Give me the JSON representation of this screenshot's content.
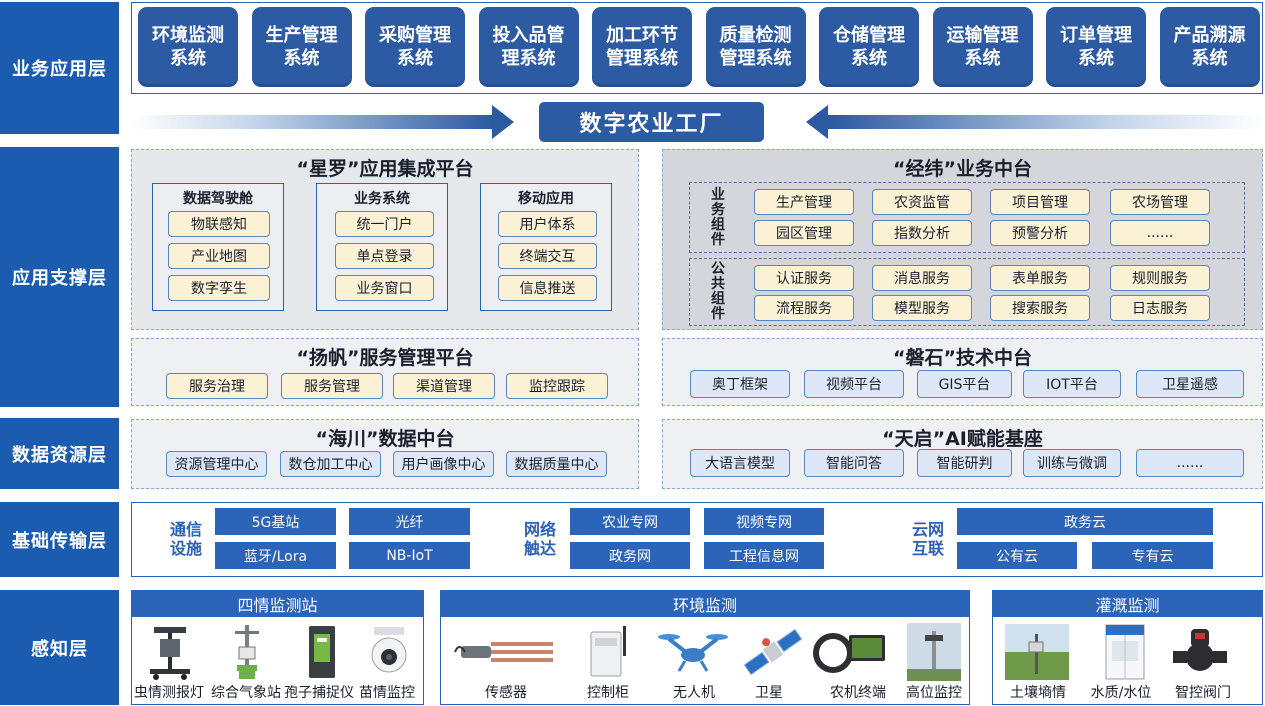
{
  "layers": {
    "business": "业务应用层",
    "support": "应用支撑层",
    "data": "数据资源层",
    "transport": "基础传输层",
    "perception": "感知层"
  },
  "business_systems": [
    "环境监测\n系统",
    "生产管理\n系统",
    "采购管理\n系统",
    "投入品管\n理系统",
    "加工环节\n管理系统",
    "质量检测\n管理系统",
    "仓储管理\n系统",
    "运输管理\n系统",
    "订单管理\n系统",
    "产品溯源\n系统"
  ],
  "factory": "数字农业工厂",
  "xingluo": {
    "title": "“星罗”应用集成平台",
    "groups": [
      {
        "title": "数据驾驶舱",
        "items": [
          "物联感知",
          "产业地图",
          "数字孪生"
        ]
      },
      {
        "title": "业务系统",
        "items": [
          "统一门户",
          "单点登录",
          "业务窗口"
        ]
      },
      {
        "title": "移动应用",
        "items": [
          "用户体系",
          "终端交互",
          "信息推送"
        ]
      }
    ]
  },
  "jingwei": {
    "title": "“经纬”业务中台",
    "business_label": "业务组件",
    "business_items": [
      "生产管理",
      "农资监管",
      "项目管理",
      "农场管理",
      "园区管理",
      "指数分析",
      "预警分析",
      "......"
    ],
    "common_label": "公共组件",
    "common_items": [
      "认证服务",
      "消息服务",
      "表单服务",
      "规则服务",
      "流程服务",
      "模型服务",
      "搜索服务",
      "日志服务"
    ]
  },
  "yangfan": {
    "title": "“扬帆”服务管理平台",
    "items": [
      "服务治理",
      "服务管理",
      "渠道管理",
      "监控跟踪"
    ]
  },
  "panshi": {
    "title": "“磐石”技术中台",
    "items": [
      "奥丁框架",
      "视频平台",
      "GIS平台",
      "IOT平台",
      "卫星遥感"
    ]
  },
  "haichuan": {
    "title": "“海川”数据中台",
    "items": [
      "资源管理中心",
      "数仓加工中心",
      "用户画像中心",
      "数据质量中心"
    ]
  },
  "tianqi": {
    "title": "“天启”AI赋能基座",
    "items": [
      "大语言模型",
      "智能问答",
      "智能研判",
      "训练与微调",
      "......"
    ]
  },
  "transport": {
    "comm": {
      "label": "通信\n设施",
      "items": [
        "5G基站",
        "光纤",
        "蓝牙/Lora",
        "NB-IoT"
      ]
    },
    "network": {
      "label": "网络\n触达",
      "items": [
        "农业专网",
        "视频专网",
        "政务网",
        "工程信息网"
      ]
    },
    "cloud": {
      "label": "云网\n互联",
      "items": [
        "政务云",
        "公有云",
        "专有云"
      ]
    }
  },
  "perception": {
    "groups": [
      "四情监测站",
      "环境监测",
      "灌溉监测"
    ],
    "devices": [
      "虫情测报灯",
      "综合气象站",
      "孢子捕捉仪",
      "苗情监控",
      "传感器",
      "控制柜",
      "无人机",
      "卫星",
      "农机终端",
      "高位监控",
      "土壤墒情",
      "水质/水位",
      "智控阀门"
    ]
  },
  "colors": {
    "primary": "#1b5bb0",
    "box": "#2c5aa3",
    "cream": "#fbf2d5",
    "lightblue": "#dde7f7"
  }
}
